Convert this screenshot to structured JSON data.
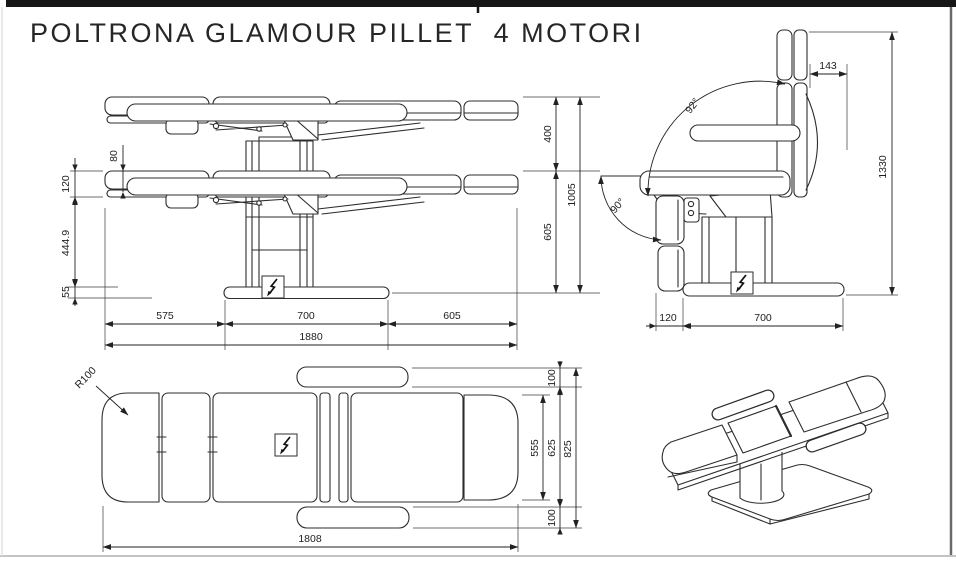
{
  "title": "POLTRONA GLAMOUR PILLET  4 MOTORI",
  "front_view": {
    "dims": {
      "cushion_top_thickness": "80",
      "cushion_stack": "120",
      "underframe_height": "444.9",
      "base_height": "55",
      "lift_travel": "400",
      "low_bed_height": "605",
      "high_bed_height": "1005",
      "foot_overhang": "575",
      "base_length": "700",
      "head_overhang": "605",
      "overall_length": "1880"
    }
  },
  "side_view": {
    "dims": {
      "backrest_top_offset": "143",
      "backrest_angle": "92°",
      "legrest_angle": "90°",
      "overall_height": "1330",
      "legrest_depth": "120",
      "base_depth": "700"
    }
  },
  "top_view": {
    "dims": {
      "head_corner_radius": "R100",
      "armrest_width_top": "100",
      "backrest_width": "555",
      "inner_width": "625",
      "overall_width": "825",
      "armrest_width_bottom": "100",
      "overall_length": "1808"
    }
  },
  "symbols": {
    "power_symbol": "lightning-bolt"
  },
  "colors": {
    "line": "#2d2d2d",
    "dimension": "#222222",
    "border_bar": "#161616",
    "sheet": "#ffffff"
  }
}
